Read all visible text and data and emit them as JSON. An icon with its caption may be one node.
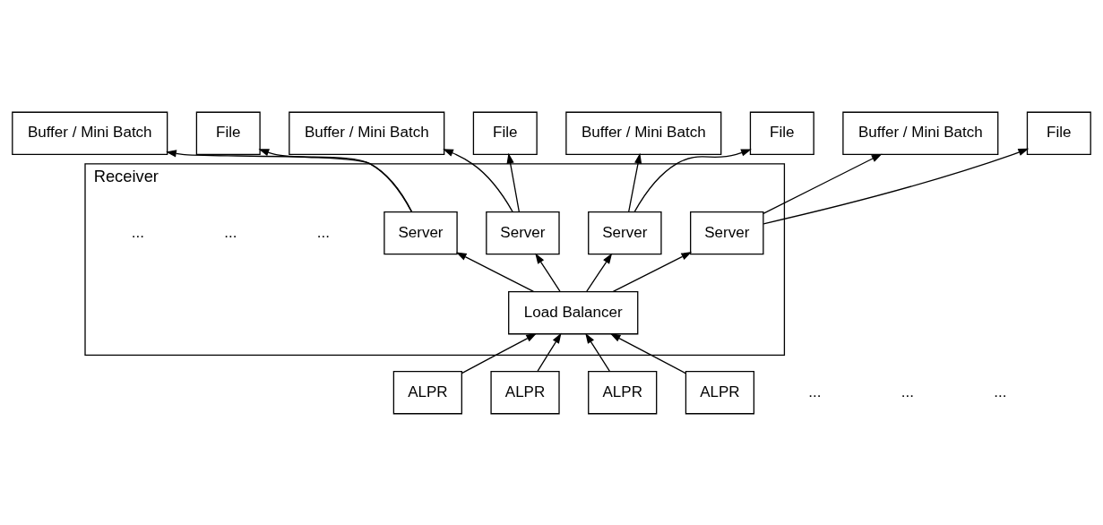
{
  "diagram": {
    "nodes": [
      {
        "text": [
          "Buffer / Mini Batch"
        ]
      },
      {
        "text": [
          "File"
        ]
      },
      {
        "text": [
          "Buffer / Mini Batch"
        ]
      },
      {
        "text": [
          "File"
        ]
      },
      {
        "text": [
          "Buffer / Mini Batch"
        ]
      },
      {
        "text": [
          "File"
        ]
      },
      {
        "text": [
          "Buffer / Mini Batch"
        ]
      },
      {
        "text": [
          "File"
        ]
      },
      {
        "text": [
          "Receiver"
        ]
      },
      {
        "text": [
          "Server"
        ],
        "in": 8
      },
      {
        "text": [
          "Server"
        ],
        "in": 8
      },
      {
        "text": [
          "Server"
        ],
        "in": 8
      },
      {
        "text": [
          "Server"
        ],
        "in": 8
      },
      {
        "text": [
          "Load Balancer"
        ],
        "in": 8
      },
      {
        "text": [
          "ALPR"
        ]
      },
      {
        "text": [
          "ALPR"
        ]
      },
      {
        "text": [
          "ALPR"
        ]
      },
      {
        "text": [
          "ALPR"
        ]
      }
    ],
    "edges": [
      {
        "from": 9,
        "to": 0,
        "arrow": "to"
      },
      {
        "from": 9,
        "to": 1,
        "arrow": "to"
      },
      {
        "from": 10,
        "to": 2,
        "arrow": "to"
      },
      {
        "from": 10,
        "to": 3,
        "arrow": "to"
      },
      {
        "from": 11,
        "to": 4,
        "arrow": "to"
      },
      {
        "from": 11,
        "to": 5,
        "arrow": "to"
      },
      {
        "from": 12,
        "to": 6,
        "arrow": "to"
      },
      {
        "from": 12,
        "to": 7,
        "arrow": "to"
      },
      {
        "from": 13,
        "to": 9,
        "arrow": "to"
      },
      {
        "from": 13,
        "to": 10,
        "arrow": "to"
      },
      {
        "from": 13,
        "to": 11,
        "arrow": "to"
      },
      {
        "from": 13,
        "to": 12,
        "arrow": "to"
      },
      {
        "from": 14,
        "to": 13,
        "arrow": "to"
      },
      {
        "from": 15,
        "to": 13,
        "arrow": "to"
      },
      {
        "from": 16,
        "to": 13,
        "arrow": "to"
      },
      {
        "from": 17,
        "to": 13,
        "arrow": "to"
      }
    ],
    "labels": [
      "...",
      "...",
      "...",
      "...",
      "...",
      "..."
    ]
  }
}
